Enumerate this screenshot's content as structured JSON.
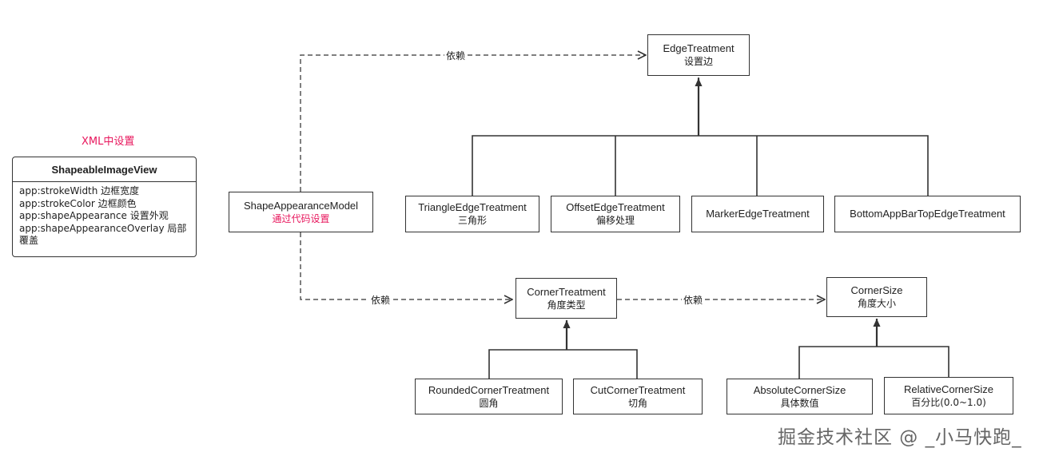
{
  "caption": "XML中设置",
  "shapeable_image_view": {
    "title": "ShapeableImageView",
    "attributes": [
      "app:strokeWidth 边框宽度",
      "app:strokeColor 边框颜色",
      "app:shapeAppearance 设置外观",
      "app:shapeAppearanceOverlay 局部覆盖"
    ]
  },
  "model": {
    "name": "ShapeAppearanceModel",
    "desc": "通过代码设置"
  },
  "edge_treatment": {
    "name": "EdgeTreatment",
    "desc": "设置边"
  },
  "edge_subclasses": [
    {
      "name": "TriangleEdgeTreatment",
      "desc": "三角形"
    },
    {
      "name": "OffsetEdgeTreatment",
      "desc": "偏移处理"
    },
    {
      "name": "MarkerEdgeTreatment",
      "desc": ""
    },
    {
      "name": "BottomAppBarTopEdgeTreatment",
      "desc": ""
    }
  ],
  "corner_treatment": {
    "name": "CornerTreatment",
    "desc": "角度类型"
  },
  "corner_subclasses": [
    {
      "name": "RoundedCornerTreatment",
      "desc": "圆角"
    },
    {
      "name": "CutCornerTreatment",
      "desc": "切角"
    }
  ],
  "corner_size": {
    "name": "CornerSize",
    "desc": "角度大小"
  },
  "size_subclasses": [
    {
      "name": "AbsoluteCornerSize",
      "desc": "具体数值"
    },
    {
      "name": "RelativeCornerSize",
      "desc": "百分比(0.0~1.0)"
    }
  ],
  "dependency_labels": [
    "依赖",
    "依赖",
    "依赖"
  ],
  "watermark": "掘金技术社区 @ _小马快跑_",
  "colors": {
    "accent": "#e8175d",
    "line": "#333333",
    "watermark": "#666666"
  }
}
